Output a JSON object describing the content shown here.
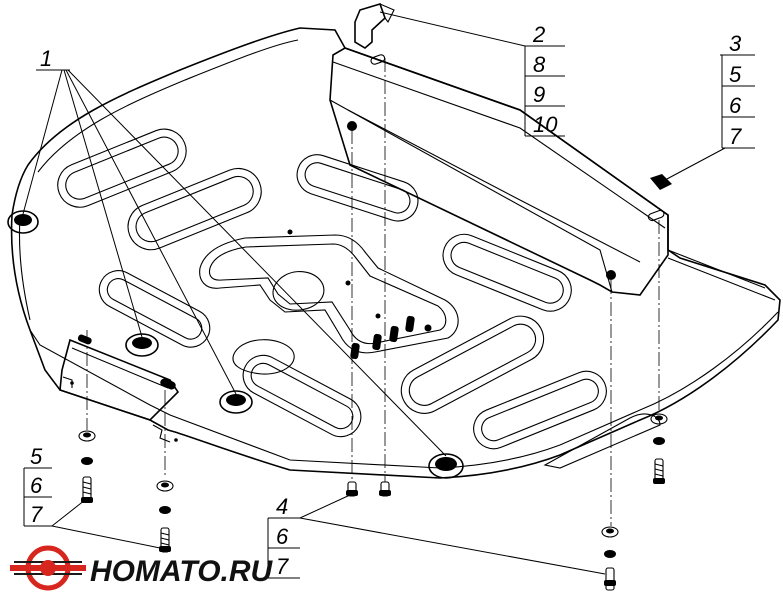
{
  "callouts": {
    "c1": [
      "1"
    ],
    "c2": [
      "2",
      "8",
      "9",
      "10"
    ],
    "c3": [
      "3",
      "5",
      "6",
      "7"
    ],
    "c4": [
      "4",
      "6",
      "7"
    ],
    "c5": [
      "5",
      "6",
      "7"
    ]
  },
  "logo": {
    "text": "HOMATO.RU",
    "colors": {
      "red": "#d7261e",
      "dark": "#1a1a1a"
    }
  }
}
